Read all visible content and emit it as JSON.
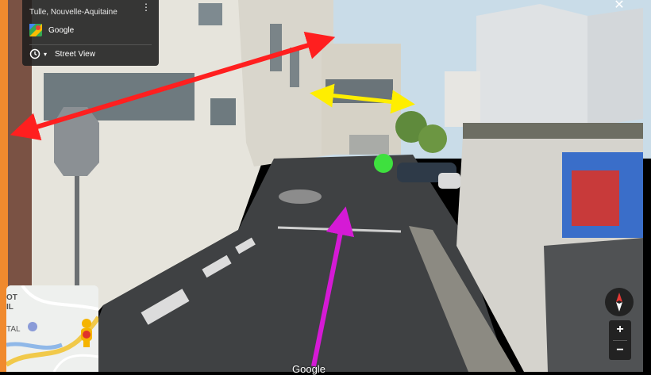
{
  "info_card": {
    "location": "Tulle, Nouvelle-Aquitaine",
    "source": "Google",
    "mode": "Street View"
  },
  "minimap": {
    "label_ot": "OT",
    "label_il": "IL",
    "label_tal": "TAL"
  },
  "watermark": "Google",
  "controls": {
    "zoom_in": "+",
    "zoom_out": "−",
    "close": "✕"
  },
  "colors": {
    "arrow_red": "#ff1f1f",
    "arrow_yellow": "#ffee00",
    "arrow_magenta": "#d51ad5",
    "marker_green": "#3ee03e",
    "pegman": "#f5b400"
  }
}
